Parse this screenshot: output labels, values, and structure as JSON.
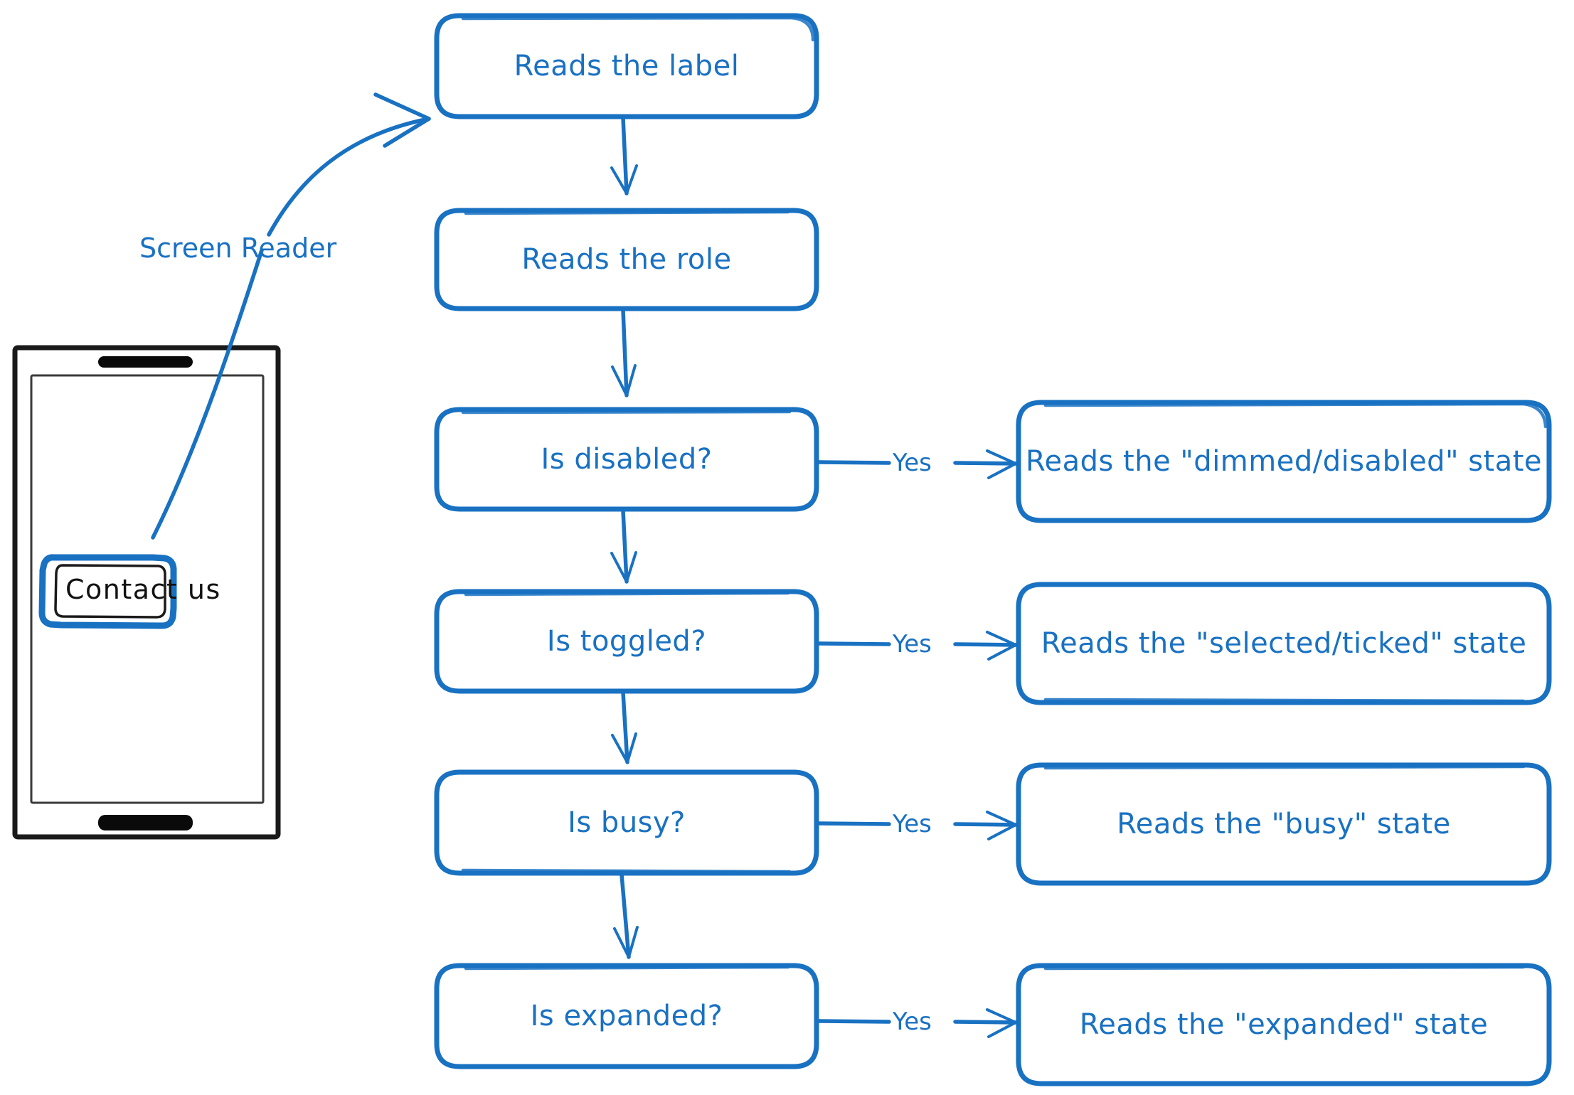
{
  "diagram": {
    "title": "Screen reader reading order flowchart",
    "accent_color": "#1971c2",
    "ink_color": "#111111",
    "background": "#ffffff"
  },
  "device": {
    "name": "phone-mockup",
    "button": {
      "label": "Contact us",
      "focused": true,
      "focus_ring_color": "#1971c2"
    }
  },
  "annotation": {
    "label": "Screen Reader",
    "points_to": "Reads the label"
  },
  "flow": {
    "steps": [
      {
        "id": "reads-label",
        "label": "Reads the label",
        "kind": "process"
      },
      {
        "id": "reads-role",
        "label": "Reads the role",
        "kind": "process"
      },
      {
        "id": "is-disabled",
        "label": "Is disabled?",
        "kind": "decision"
      },
      {
        "id": "is-toggled",
        "label": "Is toggled?",
        "kind": "decision"
      },
      {
        "id": "is-busy",
        "label": "Is busy?",
        "kind": "decision"
      },
      {
        "id": "is-expanded",
        "label": "Is expanded?",
        "kind": "decision"
      }
    ],
    "outcomes": [
      {
        "id": "out-disabled",
        "label": "Reads the \"dimmed/disabled\" state",
        "from": "is-disabled",
        "edge_label": "Yes"
      },
      {
        "id": "out-toggled",
        "label": "Reads the \"selected/ticked\" state",
        "from": "is-toggled",
        "edge_label": "Yes"
      },
      {
        "id": "out-busy",
        "label": "Reads the \"busy\" state",
        "from": "is-busy",
        "edge_label": "Yes"
      },
      {
        "id": "out-expanded",
        "label": "Reads the \"expanded\" state",
        "from": "is-expanded",
        "edge_label": "Yes"
      }
    ],
    "edge_labels": {
      "yes": "Yes"
    }
  }
}
